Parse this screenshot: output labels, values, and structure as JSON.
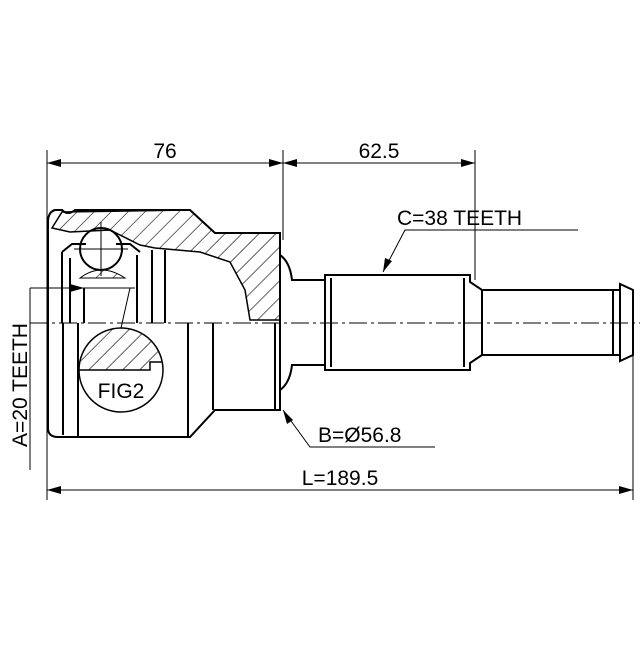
{
  "drawing": {
    "dimension_top_left": "76",
    "dimension_top_right": "62.5",
    "label_c": "C=38 TEETH",
    "label_b": "B=Ø56.8",
    "label_l": "L=189.5",
    "label_a": "A=20 TEETH",
    "fig_label": "FIG2"
  }
}
